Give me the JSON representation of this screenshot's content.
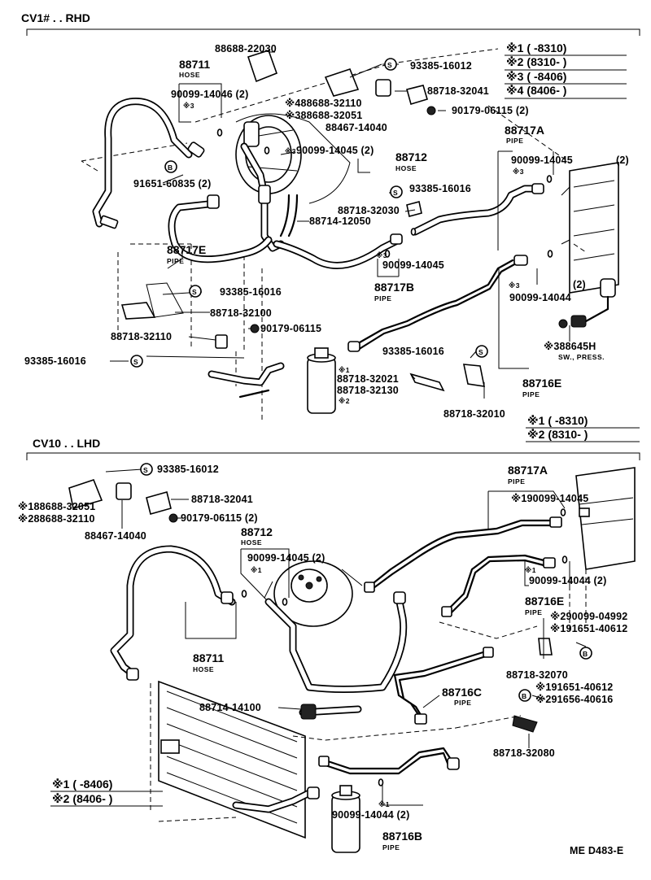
{
  "rhd": {
    "section_title": "CV1# . . RHD",
    "legend": [
      {
        "mark": "※1",
        "range": "(      -8310)"
      },
      {
        "mark": "※2",
        "range": "(8310-      )"
      },
      {
        "mark": "※3",
        "range": "(      -8406)"
      },
      {
        "mark": "※4",
        "range": "(8406-      )"
      }
    ],
    "legend2": [
      {
        "mark": "※1",
        "range": "(      -8310)"
      },
      {
        "mark": "※2",
        "range": "(8310-      )"
      }
    ],
    "labels": {
      "l88688_22030": "88688-22030",
      "l88711": "88711",
      "l88711_sub": "HOSE",
      "l93385_16012": "93385-16012",
      "l88718_32041": "88718-32041",
      "l90099_14046": "90099-14046 (2)",
      "l90099_14046_mark": "※3",
      "l88688_32110": "※488688-32110",
      "l88688_32051": "※388688-32051",
      "l90179_06115a": "90179-06115 (2)",
      "l88467_14040": "88467-14040",
      "l88717A": "88717A",
      "l88717A_sub": "PIPE",
      "l90099_14045a": "90099-14045",
      "l90099_14045a_2": "(2)",
      "l90099_14045a_mark": "※3",
      "l88712": "88712",
      "l88712_sub": "HOSE",
      "l90099_14045b": "90099-14045 (2)",
      "l90099_14045b_mark": "※3",
      "l91651_60835": "91651-60835 (2)",
      "l93385_16016a": "93385-16016",
      "l88718_32030": "88718-32030",
      "l88714_12050": "88714-12050",
      "l88717E": "88717E",
      "l88717E_sub": "PIPE",
      "l90099_14045c": "90099-14045",
      "l90099_14045c_mark": "※3",
      "l88717B": "88717B",
      "l88717B_sub": "PIPE",
      "l90099_14044a": "90099-14044",
      "l90099_14044a_mark": "※3",
      "l90099_14044a_2": "(2)",
      "l93385_16016b": "93385-16016",
      "l88718_32100": "88718-32100",
      "l90179_06115b": "90179-06115",
      "l88718_32110": "88718-32110",
      "l93385_16016c": "93385-16016",
      "l93385_16016d": "93385-16016",
      "l88645H": "※388645H",
      "l88645H_sub": "SW., PRESS.",
      "l88718_32021": "88718-32021",
      "l88718_32021_mark": "※1",
      "l88718_32130": "88718-32130",
      "l88718_32130_mark": "※2",
      "l88716E": "88716E",
      "l88716E_sub": "PIPE",
      "l88718_32010": "88718-32010"
    }
  },
  "lhd": {
    "section_title": "CV10 . . LHD",
    "legend": [
      {
        "mark": "※1",
        "range": "(      -8406)"
      },
      {
        "mark": "※2",
        "range": "(8406-      )"
      }
    ],
    "labels": {
      "l93385_16012": "93385-16012",
      "l88688_32051": "※188688-32051",
      "l88688_32110": "※288688-32110",
      "l88718_32041": "88718-32041",
      "l90179_06115": "90179-06115 (2)",
      "l88467_14040": "88467-14040",
      "l88712": "88712",
      "l88712_sub": "HOSE",
      "l90099_14045": "90099-14045 (2)",
      "l90099_14045_mark": "※1",
      "l88717A": "88717A",
      "l88717A_sub": "PIPE",
      "l90099_14045b": "※190099-14045",
      "l90099_14044a": "90099-14044 (2)",
      "l90099_14044a_mark": "※1",
      "l88716E": "88716E",
      "l88716E_sub": "PIPE",
      "l90099_04992": "※290099-04992",
      "l91651_40612a": "※191651-40612",
      "l88711": "88711",
      "l88711_sub": "HOSE",
      "l88718_32070": "88718-32070",
      "l88716C": "88716C",
      "l88716C_sub": "PIPE",
      "l91651_40612b": "※191651-40612",
      "l91656_40616": "※291656-40616",
      "l88714_14100": "88714-14100",
      "l88718_32080": "88718-32080",
      "l90099_14044b": "90099-14044 (2)",
      "l90099_14044b_mark": "※1",
      "l88716B": "88716B",
      "l88716B_sub": "PIPE"
    }
  },
  "footer_code": "ME D483-E"
}
